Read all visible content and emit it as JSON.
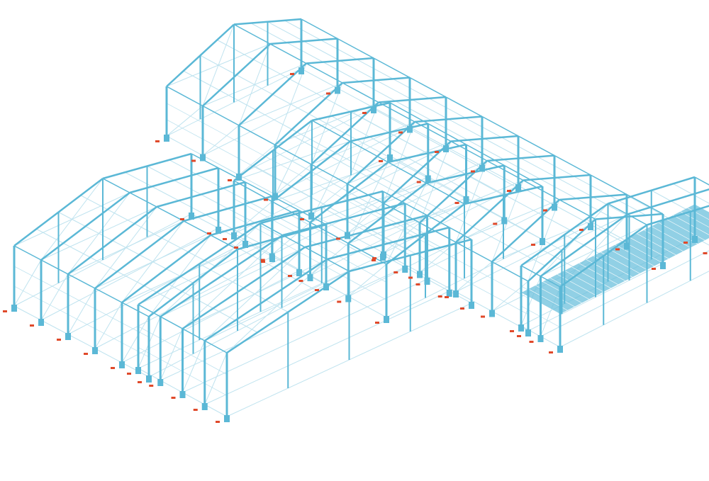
{
  "view": {
    "type": "isometric steel structure wireframe",
    "colors": {
      "member": "#5bb8d6",
      "member_light": "#bfe3ef",
      "deck": "#6cc0dc",
      "marker": "#e0492a",
      "background": "#ffffff"
    }
  },
  "buildings": [
    {
      "id": "main-hall",
      "bays": 10
    },
    {
      "id": "left-hall",
      "bays": 5
    },
    {
      "id": "front-hall",
      "bays": 4
    },
    {
      "id": "connector-hall",
      "bays": 4
    },
    {
      "id": "annex-with-deck",
      "bays": 2,
      "deck": true
    }
  ]
}
